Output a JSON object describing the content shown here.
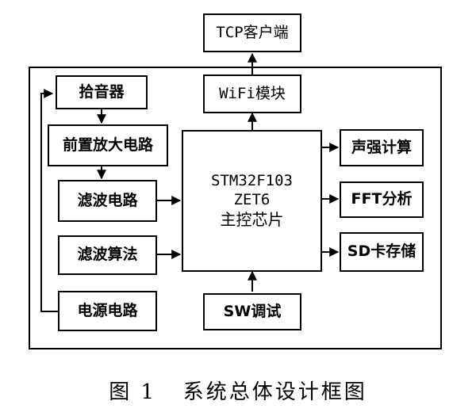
{
  "diagram": {
    "nodes": {
      "tcp_client": "TCP客户端",
      "wifi_module": "WiFi模块",
      "pickup": "拾音器",
      "preamp": "前置放大电路",
      "filter_circuit": "滤波电路",
      "filter_algorithm": "滤波算法",
      "power_circuit": "电源电路",
      "mcu_line1": "STM32F103",
      "mcu_line2": "ZET6",
      "mcu_line3": "主控芯片",
      "intensity_calc": "声强计算",
      "fft_analysis": "FFT分析",
      "sd_storage": "SD卡存储",
      "sw_debug": "SW调试"
    },
    "caption": "图 1   系统总体设计框图"
  }
}
